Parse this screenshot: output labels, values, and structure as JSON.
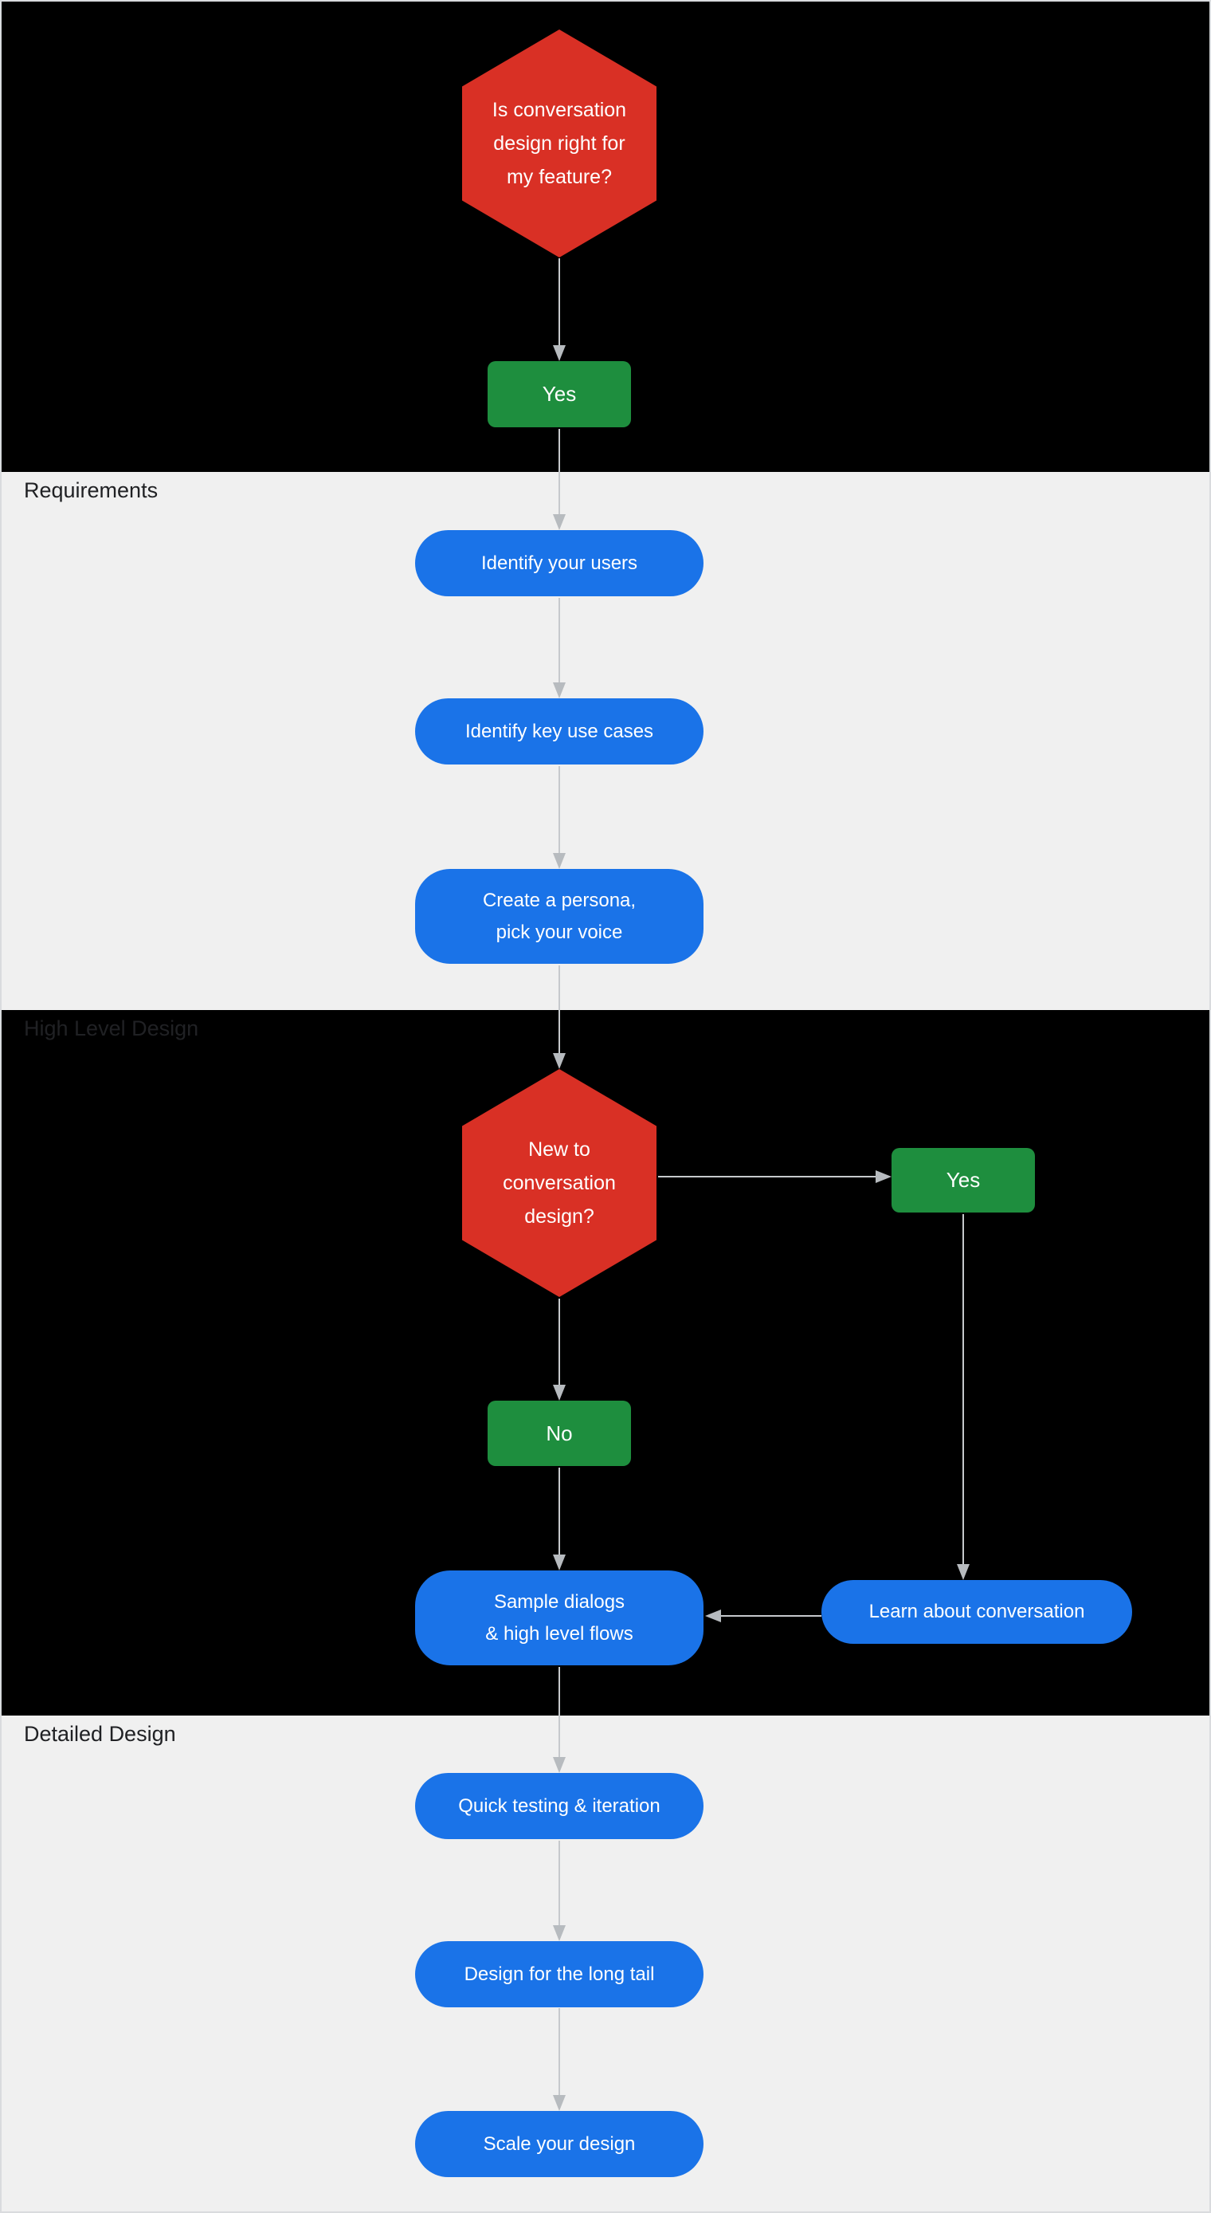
{
  "sections": {
    "requirements": {
      "label": "Requirements"
    },
    "high_level_design": {
      "label": "High Level Design"
    },
    "detailed_design": {
      "label": "Detailed Design"
    }
  },
  "nodes": {
    "q_is_conversation_design_right": {
      "label": "Is conversation\ndesign right for\nmy feature?",
      "type": "decision"
    },
    "yes_start": {
      "label": "Yes",
      "type": "answer"
    },
    "identify_your_users": {
      "label": "Identify your users",
      "type": "step"
    },
    "identify_key_use_cases": {
      "label": "Identify key use cases",
      "type": "step"
    },
    "create_a_persona": {
      "label": "Create a persona,\npick your voice",
      "type": "step"
    },
    "q_new_to_conversation_design": {
      "label": "New to\nconversation\ndesign?",
      "type": "decision"
    },
    "yes_new": {
      "label": "Yes",
      "type": "answer"
    },
    "no_new": {
      "label": "No",
      "type": "answer"
    },
    "sample_dialogs": {
      "label": "Sample dialogs\n& high level flows",
      "type": "step"
    },
    "learn_about_conversation": {
      "label": "Learn about conversation",
      "type": "step"
    },
    "quick_testing_iteration": {
      "label": "Quick testing & iteration",
      "type": "step"
    },
    "design_for_the_long_tail": {
      "label": "Design for the long tail",
      "type": "step"
    },
    "scale_your_design": {
      "label": "Scale your design",
      "type": "step"
    }
  },
  "colors": {
    "decision_red": "#D93025",
    "answer_green": "#1E8E3E",
    "step_blue": "#1A73E8",
    "section_light": "#F0F0F0",
    "section_dark": "#000000",
    "label_text": "#202124",
    "arrow": "#C6C9CC",
    "arrow_head": "#B7BBBF"
  }
}
